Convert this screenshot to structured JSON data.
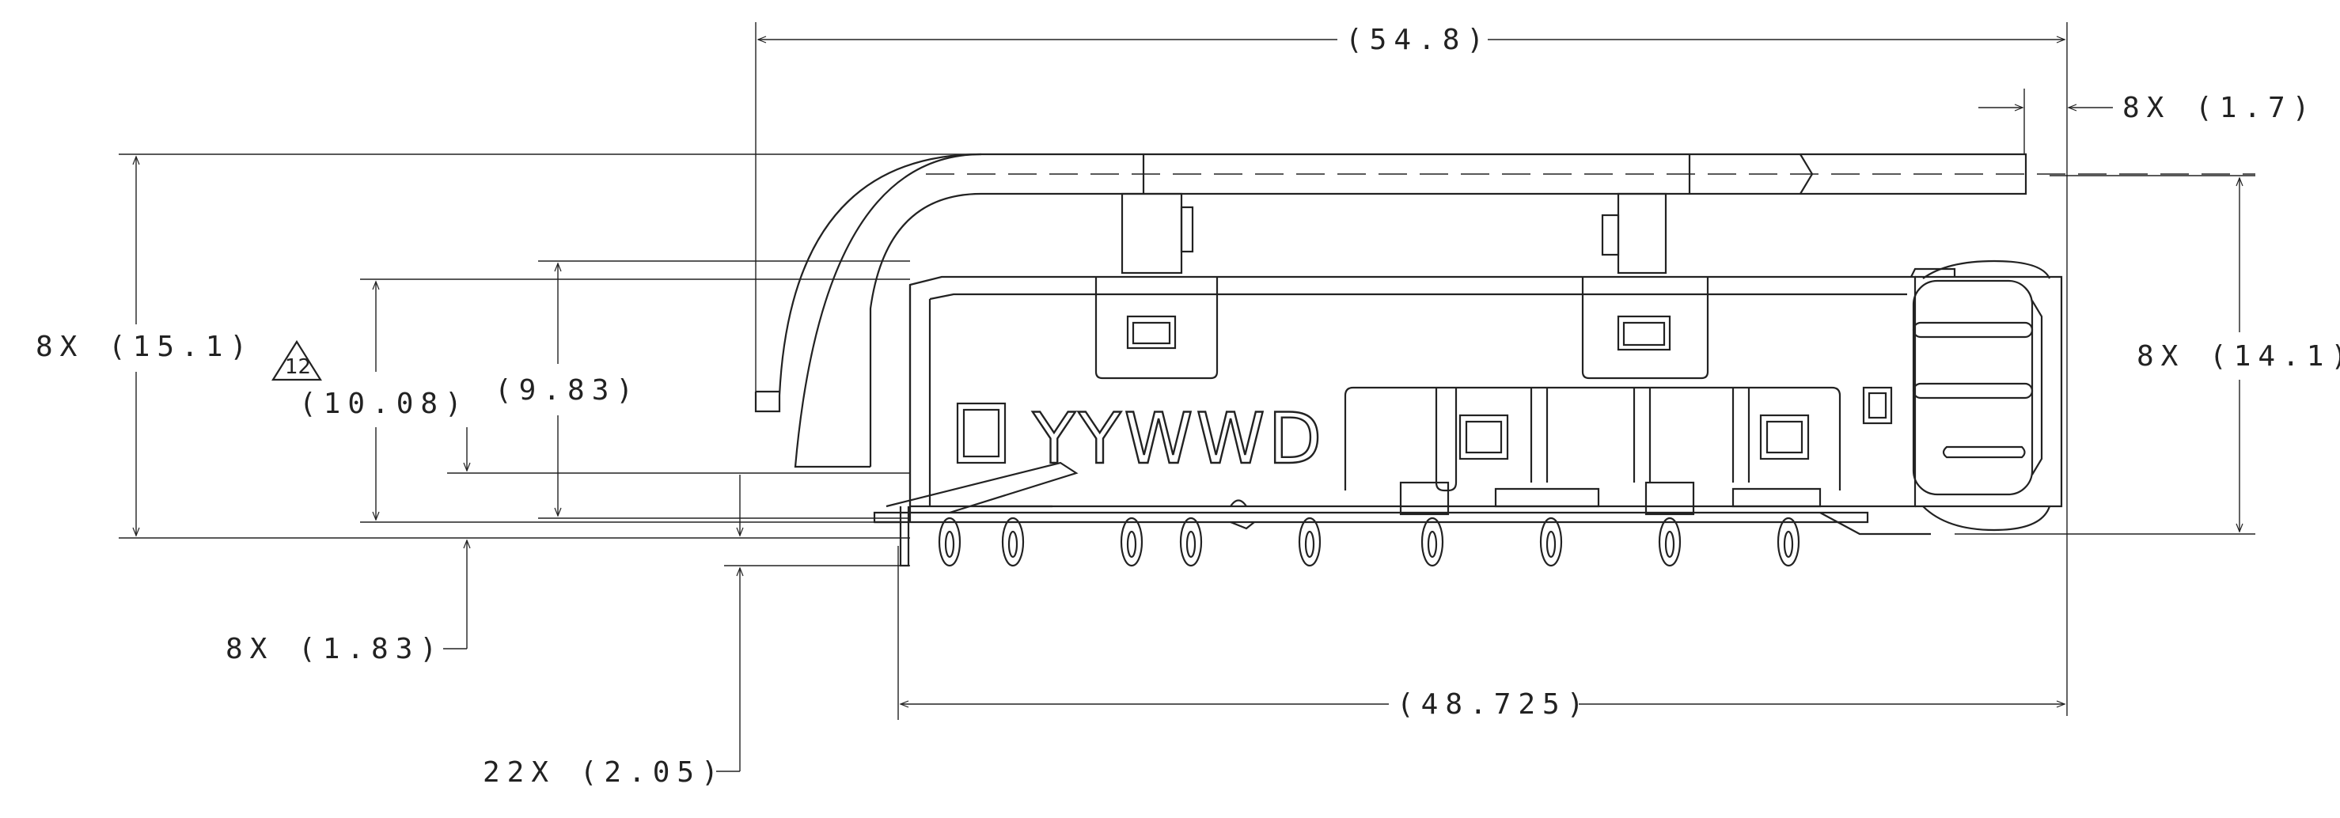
{
  "drawing": {
    "part_marking": "YYWWD",
    "note_flag": "12",
    "dimensions": {
      "overall_length": "(54.8)",
      "tab_length": "8X (1.7)",
      "total_height": "8X (15.1)",
      "cage_height": "8X (14.1)",
      "height_1008": "(10.08)",
      "height_983": "(9.83)",
      "standoff": "8X (1.83)",
      "pin_length": "22X (2.05)",
      "cage_length": "(48.725)"
    }
  }
}
